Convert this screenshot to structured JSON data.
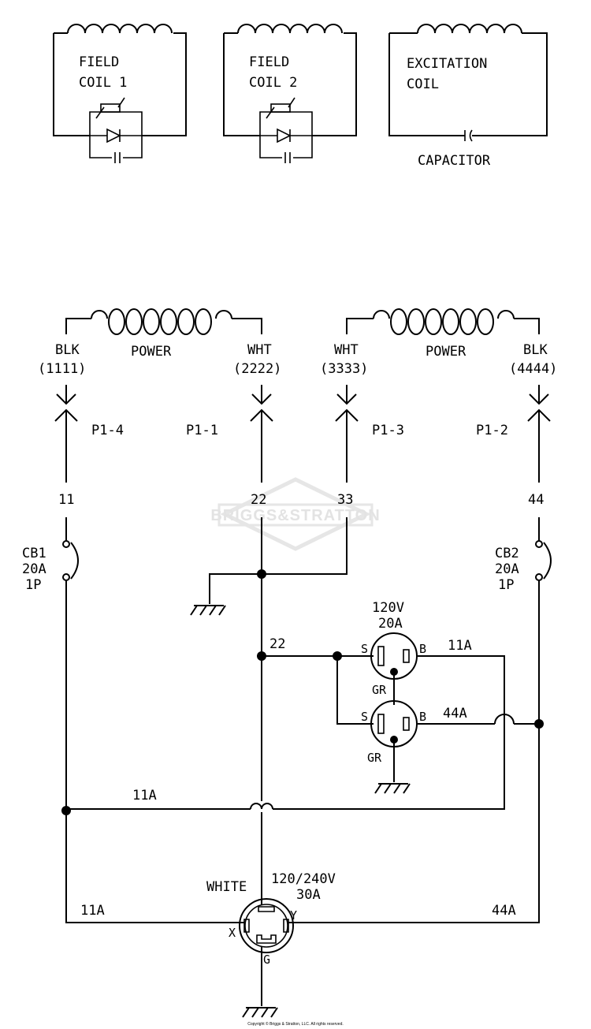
{
  "coils": {
    "field1": [
      "FIELD",
      "COIL 1"
    ],
    "field2": [
      "FIELD",
      "COIL 2"
    ],
    "excitation": [
      "EXCITATION",
      "COIL"
    ],
    "capacitor": "CAPACITOR"
  },
  "power_left": {
    "label": "POWER",
    "wire1": "BLK",
    "num1": "(1111)",
    "wire2": "WHT",
    "num2": "(2222)"
  },
  "power_right": {
    "label": "POWER",
    "wire1": "WHT",
    "num1": "(3333)",
    "wire2": "BLK",
    "num2": "(4444)"
  },
  "pins": [
    "P1-4",
    "P1-1",
    "P1-3",
    "P1-2"
  ],
  "wire_numbers": [
    "11",
    "22",
    "33",
    "44"
  ],
  "breaker1": [
    "CB1",
    "20A",
    "1P"
  ],
  "breaker2": [
    "CB2",
    "20A",
    "1P"
  ],
  "outlet_120": {
    "rating": [
      "120V",
      "20A"
    ],
    "s": "S",
    "b": "B",
    "gr": "GR"
  },
  "wires": {
    "w22": "22",
    "w11a": "11A",
    "w44a": "44A"
  },
  "outlet_240": {
    "color": "WHITE",
    "rating": [
      "120/240V",
      "30A"
    ],
    "x": "X",
    "y": "Y",
    "g": "G"
  },
  "watermark": "BRIGGS&STRATTON",
  "copyright": "Copyright © Briggs & Stratton, LLC. All rights reserved."
}
